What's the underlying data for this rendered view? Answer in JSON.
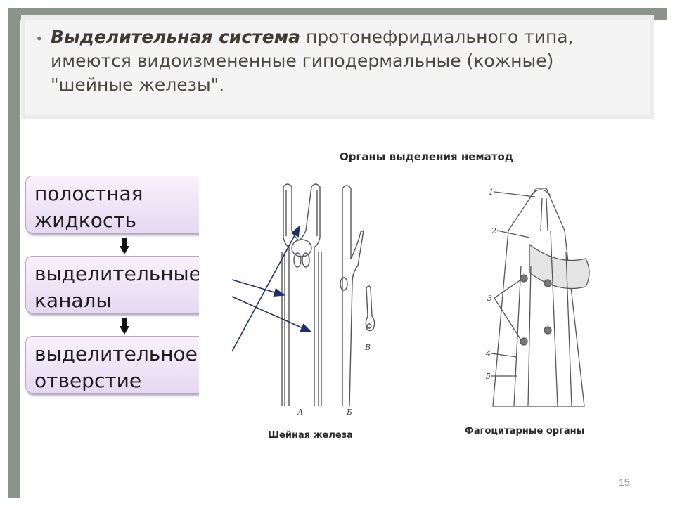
{
  "bullet": {
    "bold_part": "Выделительная система",
    "rest": " протонефридиального типа, имеются видоизмененные гиподермальные (кожные) \"шейные железы\"."
  },
  "flowchart": {
    "boxes": [
      {
        "line1": "полостная",
        "line2": "жидкость"
      },
      {
        "line1": "выделительные",
        "line2": "каналы"
      },
      {
        "line1": "выделительное",
        "line2": "отверстие"
      }
    ]
  },
  "figure": {
    "title": "Органы выделения нематод",
    "left_caption": "Шейная железа",
    "right_caption": "Фагоцитарные органы",
    "panel_labels": [
      "А",
      "Б",
      "В"
    ],
    "number_labels": [
      "1",
      "2",
      "3",
      "4",
      "5"
    ]
  },
  "colors": {
    "frame": "#8a948a",
    "box_border": "#b8a4c8",
    "connector": "#1f2f6b"
  },
  "page_number": "15"
}
